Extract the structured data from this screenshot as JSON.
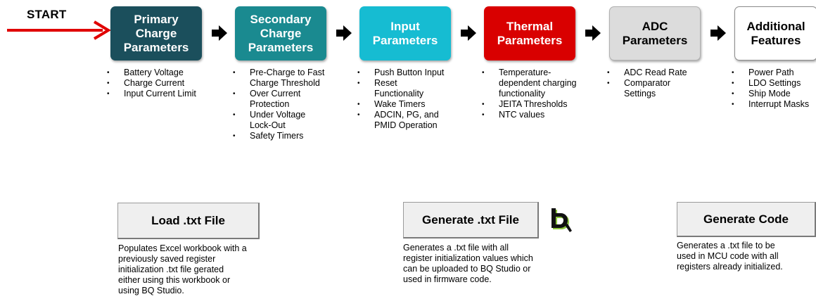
{
  "start": {
    "label": "START"
  },
  "steps": [
    {
      "title": "Primary\nCharge\nParameters",
      "color": "#1b4f5c",
      "bullets": [
        "Battery Voltage",
        "Charge Current",
        "Input  Current Limit"
      ]
    },
    {
      "title": "Secondary\nCharge\nParameters",
      "color": "#1a8a90",
      "bullets": [
        "Pre-Charge to Fast\nCharge Threshold",
        "Over Current\nProtection",
        "Under Voltage\nLock-Out",
        "Safety Timers"
      ]
    },
    {
      "title": "Input\nParameters",
      "color": "#16bcd2",
      "bullets": [
        "Push Button Input",
        "Reset\nFunctionality",
        "Wake Timers",
        "ADCIN, PG, and\nPMID Operation"
      ]
    },
    {
      "title": "Thermal\nParameters",
      "color": "#d90000",
      "bullets": [
        "Temperature-\ndependent charging\nfunctionality",
        "JEITA Thresholds",
        "NTC values"
      ]
    },
    {
      "title": "ADC\nParameters",
      "color": "#dcdcdc",
      "bullets": [
        "ADC Read Rate",
        "Comparator\nSettings"
      ]
    },
    {
      "title": "Additional\nFeatures",
      "color": "#ffffff",
      "bullets": [
        "Power Path",
        "LDO Settings",
        "Ship Mode",
        "Interrupt  Masks"
      ]
    }
  ],
  "actions": {
    "load": {
      "label": "Load .txt File",
      "description": "Populates Excel workbook with a\npreviously saved register\ninitialization .txt file gerated\neither using this workbook or\nusing BQ Studio."
    },
    "generate": {
      "label": "Generate .txt File",
      "description": "Generates a .txt file with all\nregister initialization values which\ncan be uploaded to BQ Studio or\nused in firmware code."
    },
    "code": {
      "label": "Generate  Code",
      "description": "Generates a .txt file to be\nused in MCU code with all\nregisters already initialized."
    }
  },
  "logo": {
    "icon": "bq-logo-icon",
    "color": "#000000",
    "accent": "#8dc63f"
  },
  "colors": {
    "start_arrow": "#e00000",
    "flow_arrow": "#000000"
  }
}
